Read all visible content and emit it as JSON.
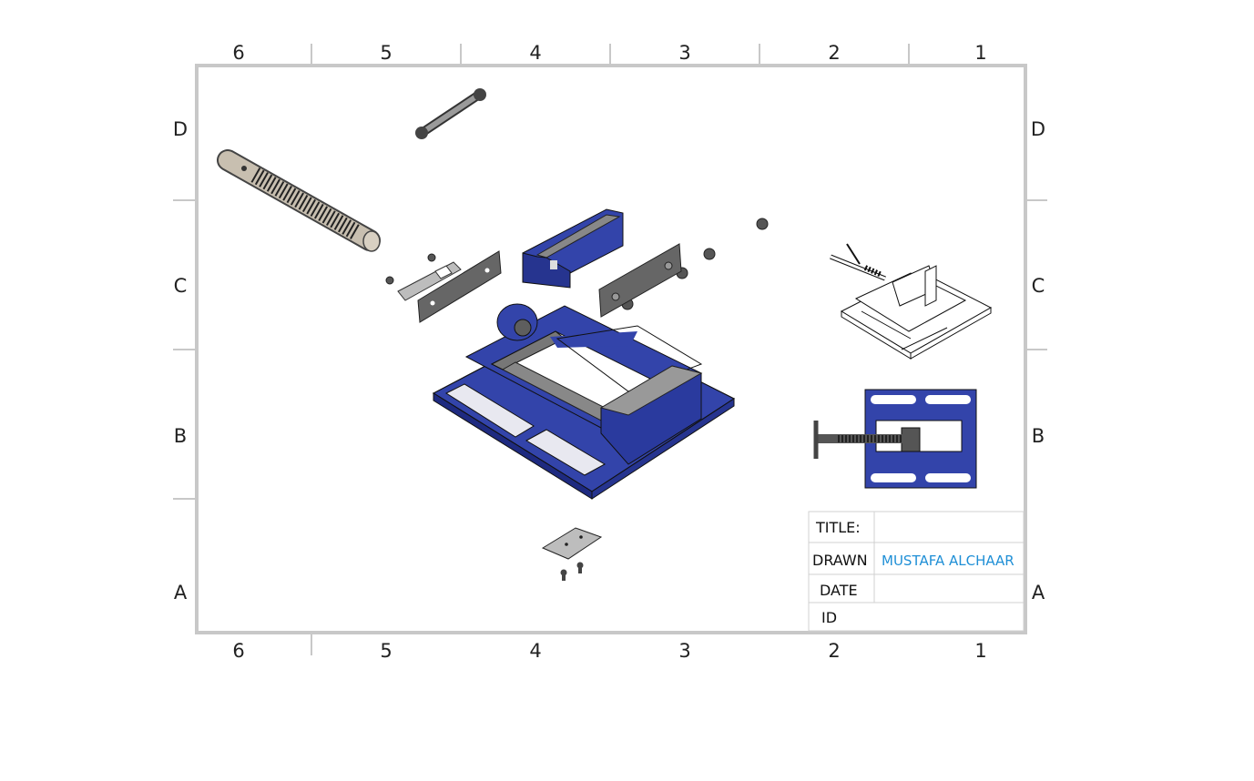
{
  "sheet": {
    "columns": [
      "6",
      "5",
      "4",
      "3",
      "2",
      "1"
    ],
    "rows": [
      "D",
      "C",
      "B",
      "A"
    ]
  },
  "title_block": {
    "title_label": "TITLE:",
    "title_value": "",
    "drawn_label": "DRAWN",
    "drawn_value": "MUSTAFA ALCHAAR",
    "date_label": "DATE",
    "date_value": "",
    "id_label": "ID",
    "id_value": ""
  },
  "colors": {
    "border": "#c8c8c8",
    "part_blue": "#3344aa",
    "part_blue_dark": "#1e2a80",
    "part_grey": "#7a7a7a",
    "name_text": "#1f8fd6"
  }
}
